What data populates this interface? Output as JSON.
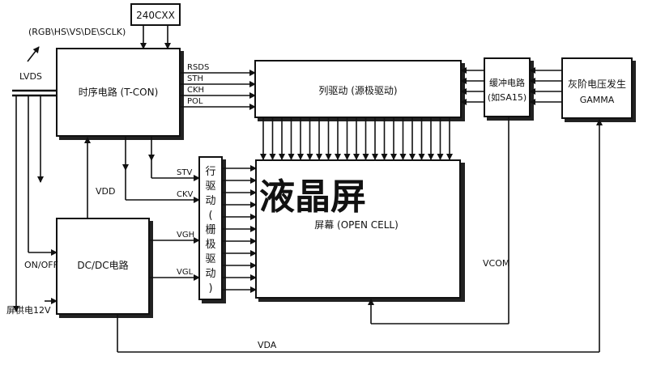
{
  "eeprom": {
    "label": "240CXX"
  },
  "input_signals": {
    "label": "(RGB\\HS\\VS\\DE\\SCLK)"
  },
  "lvds": {
    "label": "LVDS"
  },
  "tcon": {
    "label": "时序电路 (T-CON)"
  },
  "column_signals": [
    "RSDS",
    "STH",
    "CKH",
    "POL"
  ],
  "source_driver": {
    "label": "列驱动 (源极驱动)"
  },
  "buffer": {
    "line1": "缓冲电路",
    "line2": "(如SA15)"
  },
  "gamma": {
    "line1": "灰阶电压发生",
    "line2": "GAMMA"
  },
  "row_driver": {
    "chars": [
      "行",
      "驱",
      "动",
      "(",
      "栅",
      "极",
      "驱",
      "动",
      ")"
    ]
  },
  "row_signals": [
    "STV",
    "CKV",
    "VGH",
    "VGL"
  ],
  "panel": {
    "title": "液晶屏",
    "subtitle": "屏幕 (OPEN CELL)"
  },
  "dcdc": {
    "label": "DC/DC电路"
  },
  "vdd": {
    "label": "VDD"
  },
  "onoff": {
    "label": "ON/OFF"
  },
  "power": {
    "label": "屏供电12V"
  },
  "vcom": {
    "label": "VCOM"
  },
  "vda": {
    "label": "VDA"
  }
}
